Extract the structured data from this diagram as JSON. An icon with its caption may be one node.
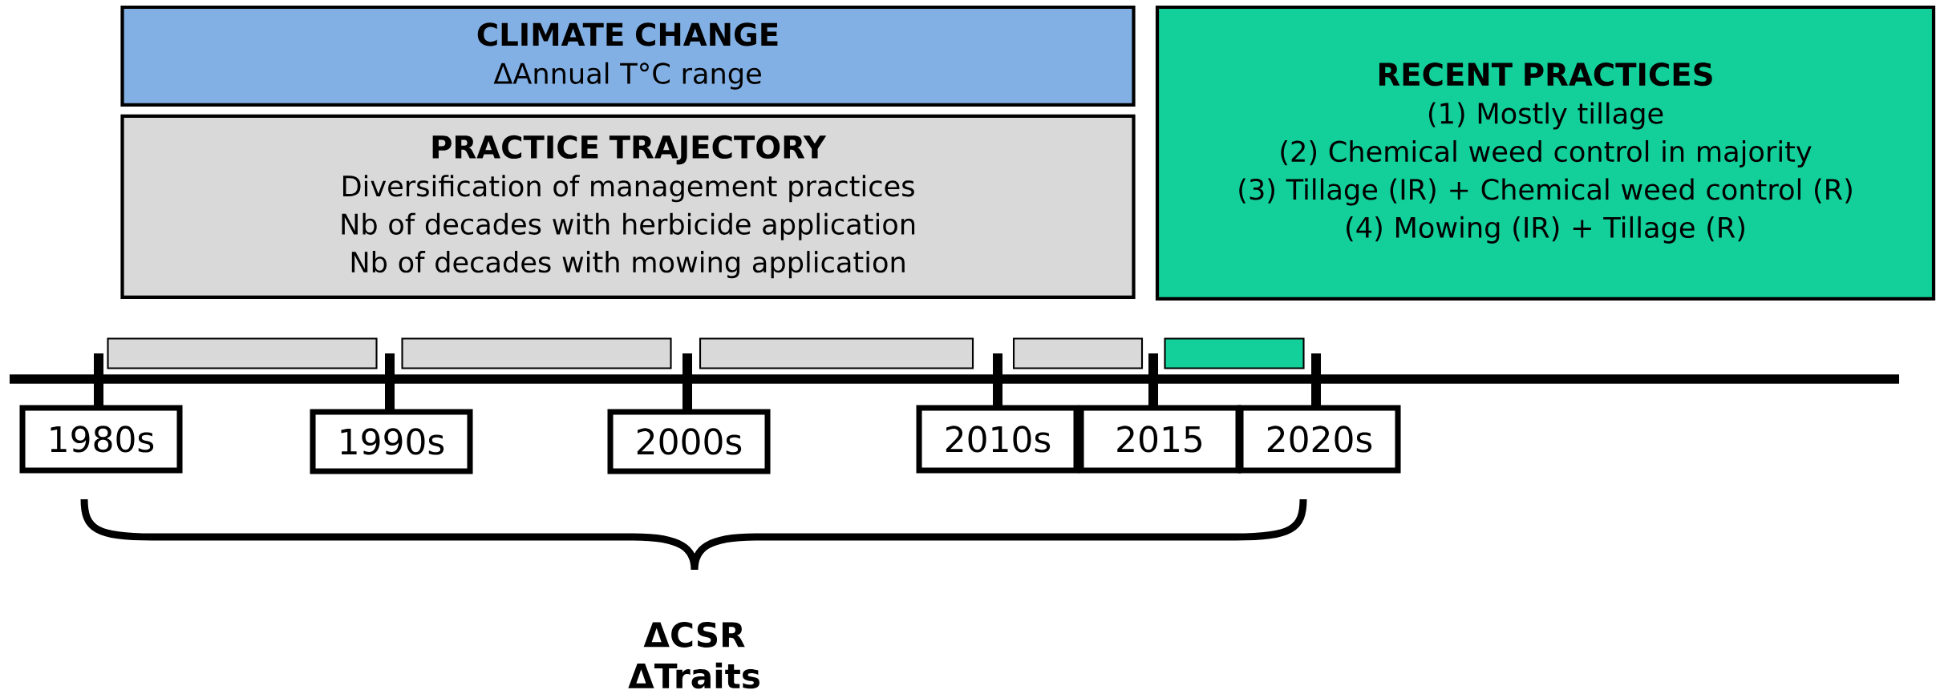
{
  "diagram": {
    "nodes": [
      {
        "text": [
          "CLIMATE CHANGE",
          "ΔAnnual T°C range"
        ]
      },
      {
        "text": [
          "PRACTICE TRAJECTORY",
          "Diversification of management practices",
          "Nb of decades with herbicide application",
          "Nb of decades with mowing application"
        ]
      },
      {
        "text": [
          "RECENT PRACTICES",
          "(1) Mostly tillage",
          "(2) Chemical weed control in majority",
          "(3) Tillage (IR) + Chemical weed control (R)",
          "(4) Mowing (IR) + Tillage (R)"
        ]
      },
      {
        "text": [],
        "shape": "bar"
      },
      {
        "text": [],
        "shape": "bar"
      },
      {
        "text": [],
        "shape": "bar"
      },
      {
        "text": [],
        "shape": "bar"
      },
      {
        "text": [],
        "shape": "bar"
      },
      {
        "text": [
          "1980s"
        ]
      },
      {
        "text": [
          "1990s"
        ]
      },
      {
        "text": [
          "2000s"
        ]
      },
      {
        "text": [
          "2010s"
        ]
      },
      {
        "text": [
          "2015"
        ]
      },
      {
        "text": [
          "2020s"
        ]
      }
    ],
    "edges": [],
    "labels": [
      "ΔCSR",
      "ΔTraits"
    ]
  }
}
